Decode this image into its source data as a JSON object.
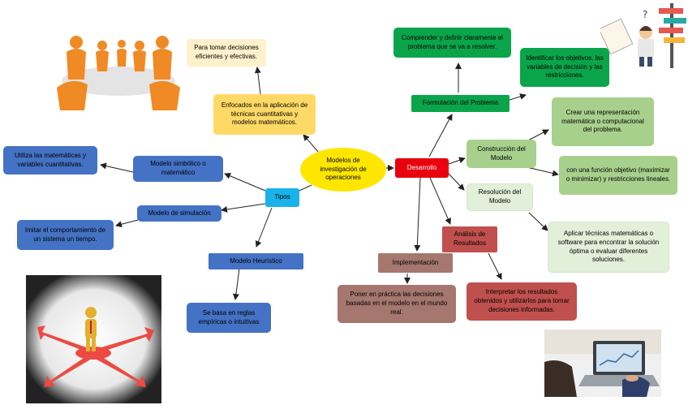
{
  "center": {
    "label": "Modelos de investigación de operaciones"
  },
  "tipos": {
    "label": "Tipos",
    "simbolico": {
      "label": "Modelo simbólico o matemático",
      "desc": "Utiliza las matemáticas y variables cuantitativas."
    },
    "simulacion": {
      "label": "Modelo de simulación",
      "desc": "Imitar el comportamiento de un sistema un tiempo."
    },
    "heuristico": {
      "label": "Modelo Heurístico",
      "desc": "Se basa en reglas empíricas o intuitivas"
    }
  },
  "enfoque": {
    "label": "Enfocados en la aplicación de técnicas cuantitativas y modelos matemáticos.",
    "desc": "Para tomar decisiones eficientes y efectivas."
  },
  "desarrollo": {
    "label": "Desarrollo",
    "formulacion": {
      "label": "Formulación del Problema",
      "desc1": "Comprender y definir claramente el problema que se va a resolver.",
      "desc2": "Identificar los objetivos, las variables de decisión y las restricciones."
    },
    "construccion": {
      "label": "Construcción del Modelo",
      "desc1": "Crear una representación matemática o computacional del problema.",
      "desc2": "con una función objetivo (maximizar o minimizar) y restricciones lineales."
    },
    "resolucion": {
      "label": "Resolución del Modelo",
      "desc": "Aplicar técnicas matemáticas o software para encontrar la solución óptima o evaluar diferentes soluciones."
    },
    "analisis": {
      "label": "Análisis de Resultados",
      "desc": "Interpretar los resultados obtenidos y utilizarlos para tomar decisiones informadas."
    },
    "implementacion": {
      "label": "Implementación",
      "desc": "Poner en práctica las decisiones basadas en el modelo en el mundo real."
    }
  },
  "images": {
    "meeting": "meeting-people-illustration",
    "thinker": "thinking-man-illustration",
    "arrows": "crossroads-figure-illustration",
    "laptop": "laptop-photo"
  },
  "colors": {
    "blue": "#4472c4",
    "cyan": "#19b3ea",
    "yellow": "#ffe600",
    "gold": "#ffd966",
    "green": "#0aa54b",
    "lightgreen": "#a8d08d",
    "red": "#e8000f",
    "rose": "#c0504d",
    "taupe": "#a5776f"
  }
}
